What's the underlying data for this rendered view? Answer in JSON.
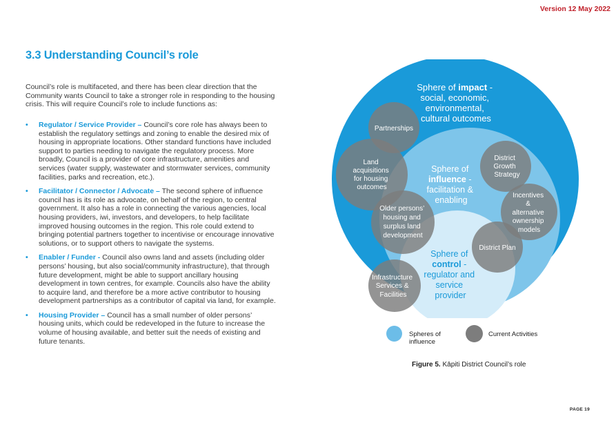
{
  "header": {
    "version": "Version 12 May 2022"
  },
  "section": {
    "title": "3.3 Understanding Council’s role"
  },
  "intro": "Council’s role is multifaceted, and there has been clear direction that the Community wants Council to take a stronger role in responding to the housing crisis. This will require Council’s role to include functions as:",
  "roles": [
    {
      "name": "Regulator / Service Provider –",
      "text": "Council’s core role has always been to establish the regulatory settings and zoning to enable the desired mix of housing in appropriate locations. Other standard functions have included support to parties needing to navigate the regulatory process. More broadly, Council is a provider of core infrastructure, amenities and services (water supply, wastewater and stormwater services, community facilities, parks and recreation, etc.)."
    },
    {
      "name": "Facilitator / Connector / Advocate –",
      "text": "The second sphere of influence council has is its role as advocate, on behalf of the region, to central government. It also has a role in connecting the various agencies, local housing providers, iwi, investors, and developers, to help facilitate improved housing outcomes in the region. This role could extend to bringing potential partners together to incentivise or encourage innovative solutions, or to support others to navigate the systems."
    },
    {
      "name": "Enabler / Funder -",
      "text": "Council also owns land and assets (including older persons’ housing, but also social/community infrastructure), that through future development, might be able to support ancillary housing development in town centres, for example. Councils also have the ability to acquire land, and therefore be a more active contributor to housing development partnerships as a contributor of capital via land, for example."
    },
    {
      "name": "Housing Provider –",
      "text": "Council has a small number of older persons’ housing units, which could be redeveloped in the future to increase the volume of housing available, and better suit the needs of existing and future tenants."
    }
  ],
  "diagram": {
    "colors": {
      "outer": "#1a9ad9",
      "middle": "#7ec5ea",
      "inner": "#d4ecf9",
      "activity": "#7d7d7d",
      "inner_text": "#1a9ad9"
    },
    "impact": {
      "line1_pre": "Sphere of ",
      "line1_bold": "impact",
      "line1_post": " -",
      "line2": "social, economic,",
      "line3": "environmental,",
      "line4": "cultural outcomes"
    },
    "influence": {
      "line1": "Sphere of",
      "line2_bold": "influence",
      "line2_post": " -",
      "line3": "facilitation &",
      "line4": "enabling"
    },
    "control": {
      "line1": "Sphere of",
      "line2_bold": "control",
      "line2_post": " -",
      "line3": "regulator and",
      "line4": "service",
      "line5": "provider"
    },
    "activities": [
      {
        "lines": [
          "Partnerships"
        ]
      },
      {
        "lines": [
          "Land",
          "acquisitions",
          "for housing",
          "outcomes"
        ]
      },
      {
        "lines": [
          "District",
          "Growth",
          "Strategy"
        ]
      },
      {
        "lines": [
          "Incentives",
          "&",
          "alternative",
          "ownership",
          "models"
        ]
      },
      {
        "lines": [
          "Older persons’",
          "housing and",
          "surplus land",
          "development"
        ]
      },
      {
        "lines": [
          "District Plan"
        ]
      },
      {
        "lines": [
          "Infrastructure",
          "Services &",
          "Facilities"
        ]
      }
    ]
  },
  "legend": {
    "spheres_label": "Spheres of influence",
    "activities_label": "Current Activities"
  },
  "figure": {
    "label": "Figure 5.",
    "caption": " Kāpiti District Council’s role"
  },
  "footer": {
    "page": "PAGE 19"
  }
}
